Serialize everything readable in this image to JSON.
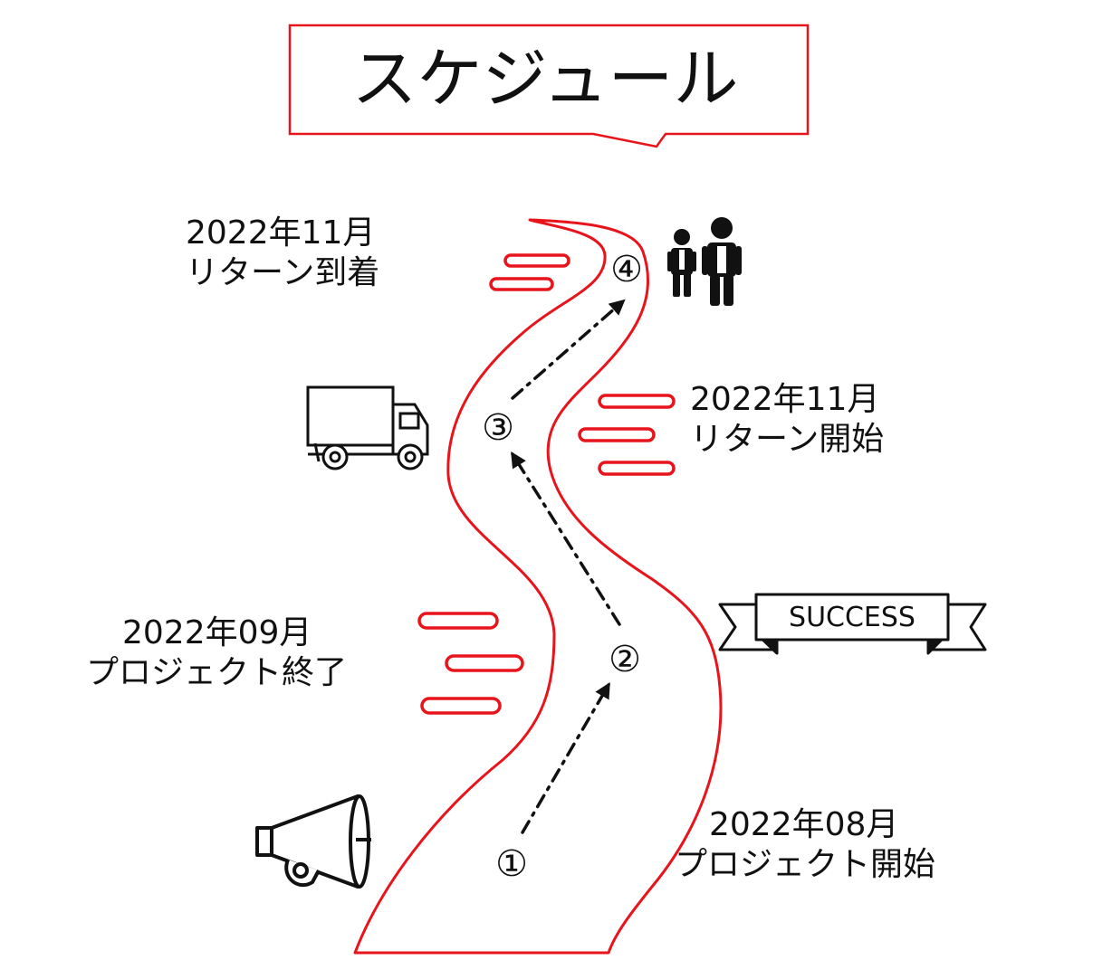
{
  "title": "スケジュール",
  "banner": "SUCCESS",
  "steps": {
    "s1": "①",
    "s2": "②",
    "s3": "③",
    "s4": "④"
  },
  "milestones": [
    {
      "date": "2022年08月",
      "event": "プロジェクト開始"
    },
    {
      "date": "2022年09月",
      "event": "プロジェクト終了"
    },
    {
      "date": "2022年11月",
      "event": "リターン開始"
    },
    {
      "date": "2022年11月",
      "event": "リターン到着"
    }
  ],
  "colors": {
    "accent": "#e8141b",
    "ink": "#111111"
  },
  "icons": [
    "megaphone-icon",
    "success-ribbon-icon",
    "truck-icon",
    "people-icon"
  ]
}
